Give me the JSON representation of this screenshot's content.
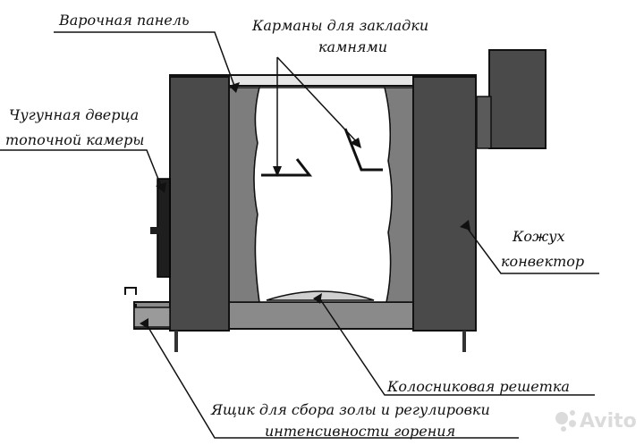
{
  "labels": {
    "cooktop": "Варочная панель",
    "pockets_line1": "Карманы для закладки",
    "pockets_line2": "камнями",
    "door_line1": "Чугунная дверца",
    "door_line2": "топочной камеры",
    "casing_line1": "Кожух",
    "casing_line2": "конвектор",
    "grate": "Колосниковая решетка",
    "ashbox_line1": "Ящик для сбора золы и регулировки",
    "ashbox_line2": "интенсивности горения"
  },
  "watermark": {
    "text": "Avito",
    "icon": "avito-dots-icon"
  },
  "colors": {
    "casing": "#4a4a4a",
    "inner_wall": "#7d7d7d",
    "firebox": "#ffffff",
    "door": "#1e1e1e",
    "outline": "#111111"
  }
}
